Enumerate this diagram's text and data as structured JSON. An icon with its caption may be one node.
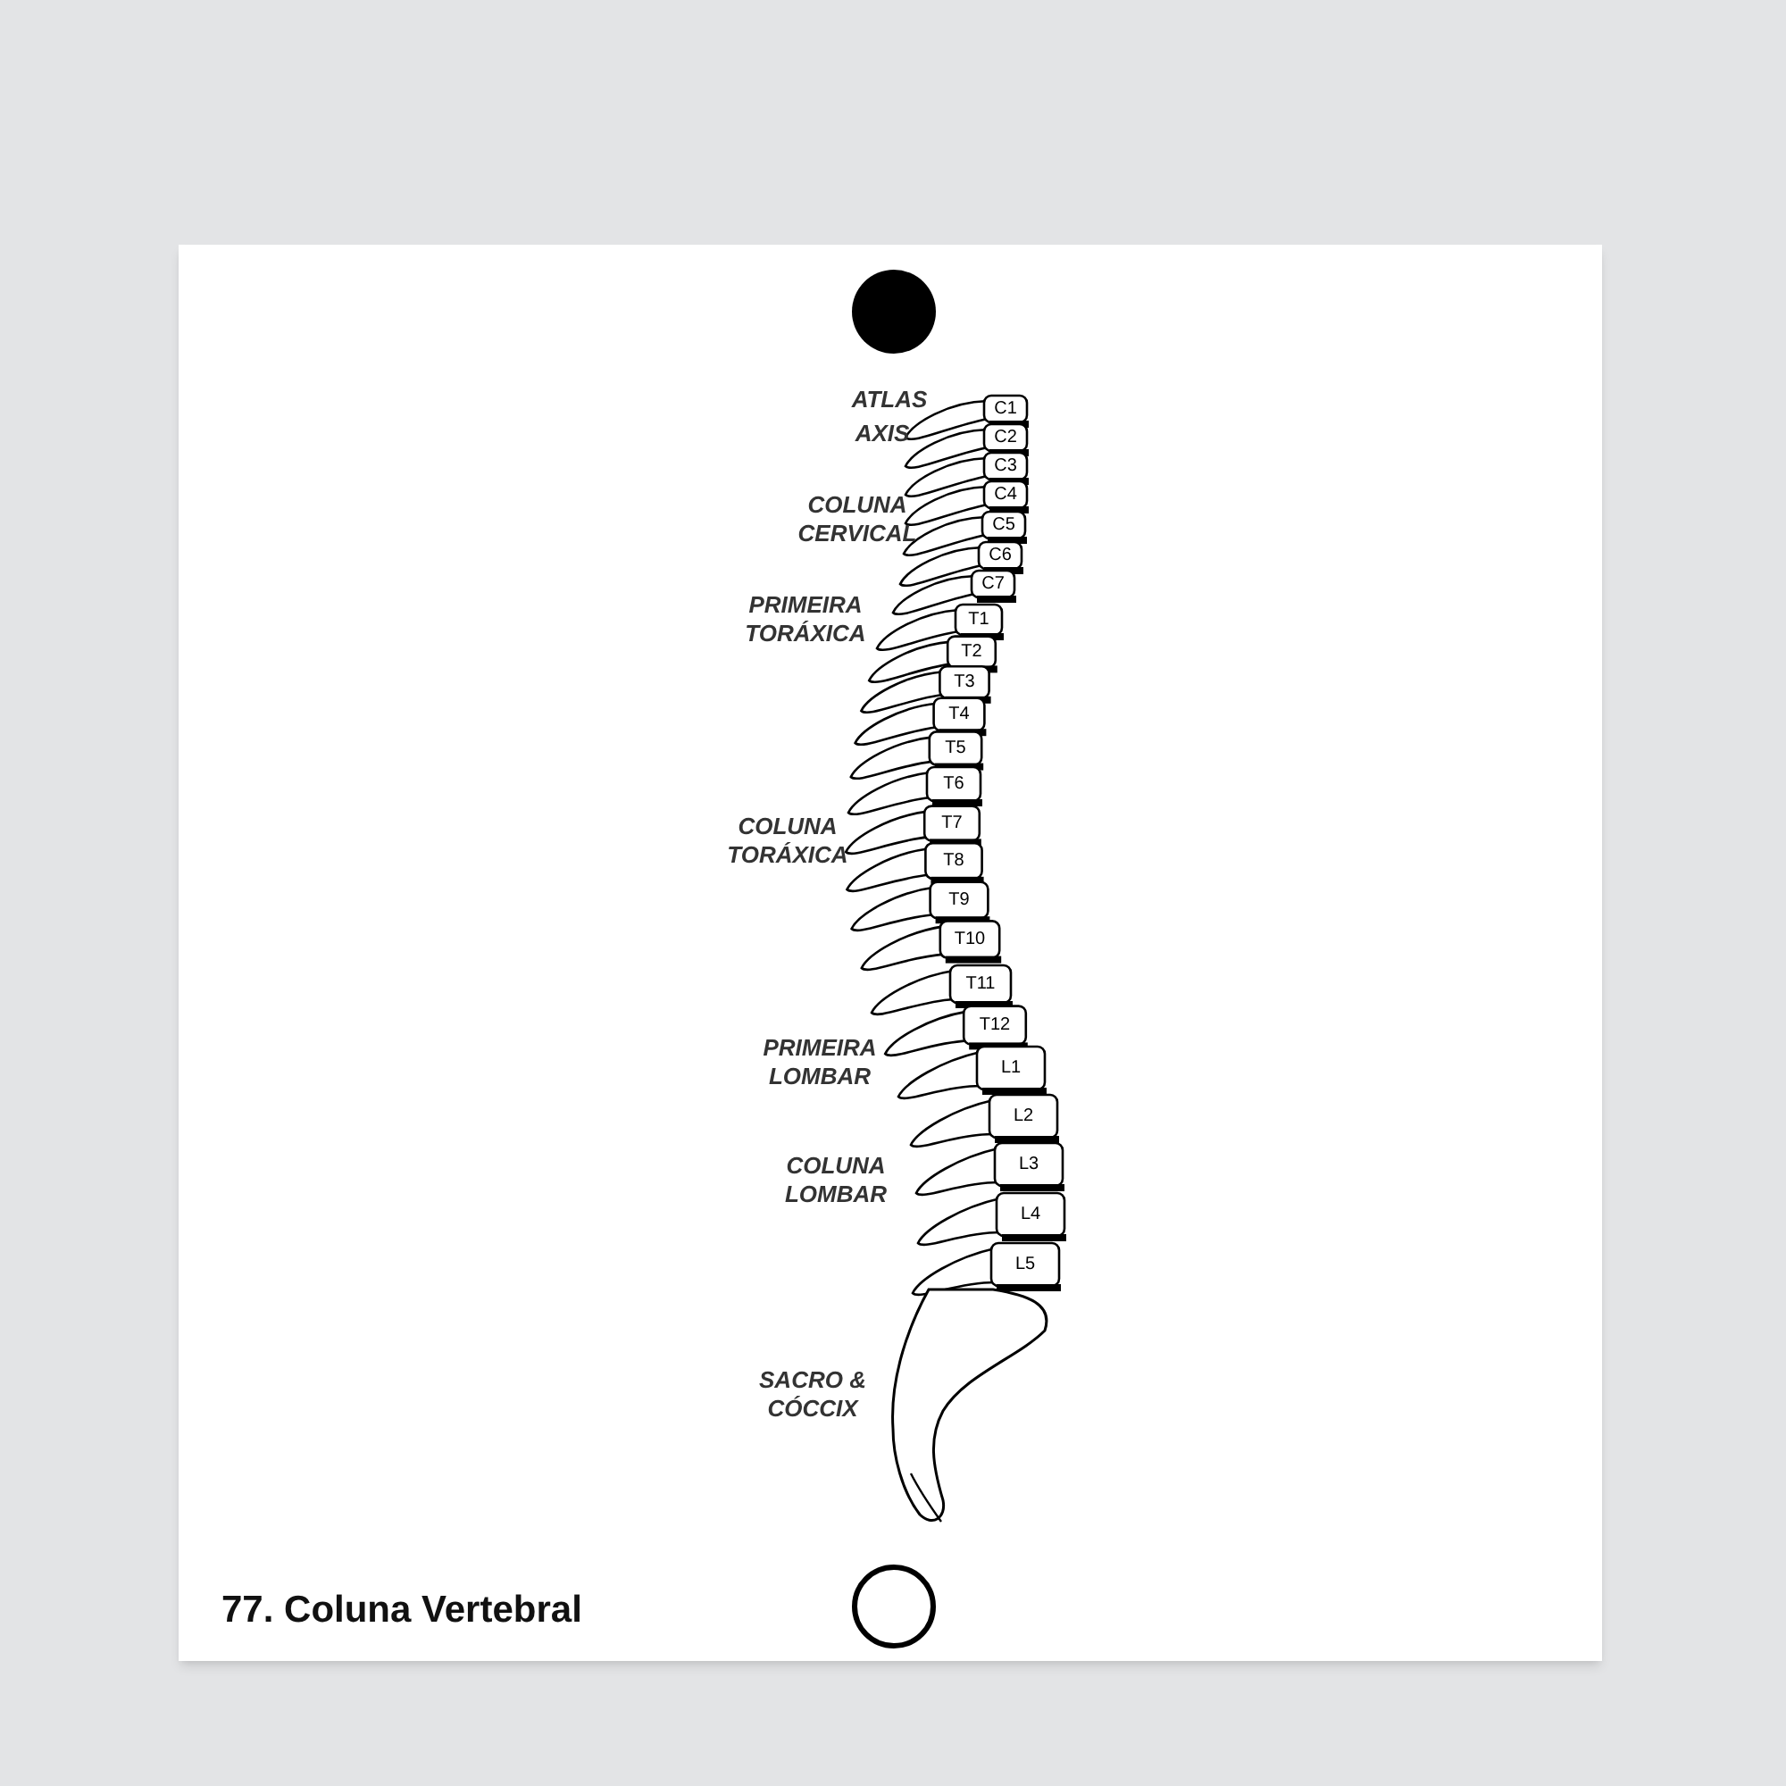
{
  "diagram": {
    "title": "77. Coluna Vertebral",
    "labels": [
      "ATLAS",
      "AXIS",
      "COLUNA CERVICAL",
      "PRIMEIRA TORÁXICA",
      "COLUNA TORÁXICA",
      "PRIMEIRA LOMBAR",
      "COLUNA LOMBAR",
      "SACRO & CÓCCIX",
      "C1",
      "C2",
      "C3",
      "C4",
      "C5",
      "C6",
      "C7",
      "T1",
      "T2",
      "T3",
      "T4",
      "T5",
      "T6",
      "T7",
      "T8",
      "T9",
      "T10",
      "T11",
      "T12",
      "L1",
      "L2",
      "L3",
      "L4",
      "L5"
    ]
  }
}
